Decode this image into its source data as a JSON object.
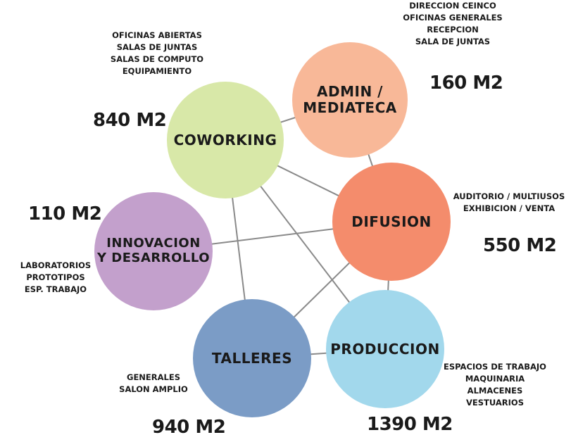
{
  "nodes": {
    "admin": {
      "lines": [
        "ADMIN /",
        "MEDIATECA"
      ],
      "area": "160 M2",
      "color": "#f8b898",
      "description": [
        "DIRECCION CEINCO",
        "OFICINAS GENERALES",
        "RECEPCION",
        "SALA DE JUNTAS"
      ]
    },
    "coworking": {
      "lines": [
        "COWORKING"
      ],
      "area": "840 M2",
      "color": "#d8e8a8",
      "description": [
        "OFICINAS ABIERTAS",
        "SALAS DE JUNTAS",
        "SALAS DE COMPUTO",
        "EQUIPAMIENTO"
      ]
    },
    "difusion": {
      "lines": [
        "DIFUSION"
      ],
      "area": "550 M2",
      "color": "#f48c6c",
      "description": [
        "AUDITORIO / MULTIUSOS",
        "EXHIBICION / VENTA"
      ]
    },
    "innovacion": {
      "lines": [
        "INNOVACION",
        "Y DESARROLLO"
      ],
      "area": "110 M2",
      "color": "#c3a0cc",
      "description": [
        "LABORATORIOS",
        "PROTOTIPOS",
        "ESP. TRABAJO"
      ]
    },
    "talleres": {
      "lines": [
        "TALLERES"
      ],
      "area": "940 M2",
      "color": "#7b9cc6",
      "description": [
        "GENERALES",
        "SALON AMPLIO"
      ]
    },
    "produccion": {
      "lines": [
        "PRODUCCION"
      ],
      "area": "1390 M2",
      "color": "#a2d8ec",
      "description": [
        "ESPACIOS DE TRABAJO",
        "MAQUINARIA",
        "ALMACENES",
        "VESTUARIOS"
      ]
    }
  },
  "connections": [
    [
      "coworking",
      "admin"
    ],
    [
      "coworking",
      "difusion"
    ],
    [
      "coworking",
      "talleres"
    ],
    [
      "coworking",
      "produccion"
    ],
    [
      "admin",
      "difusion"
    ],
    [
      "innovacion",
      "difusion"
    ],
    [
      "difusion",
      "talleres"
    ],
    [
      "difusion",
      "produccion"
    ],
    [
      "talleres",
      "produccion"
    ]
  ]
}
